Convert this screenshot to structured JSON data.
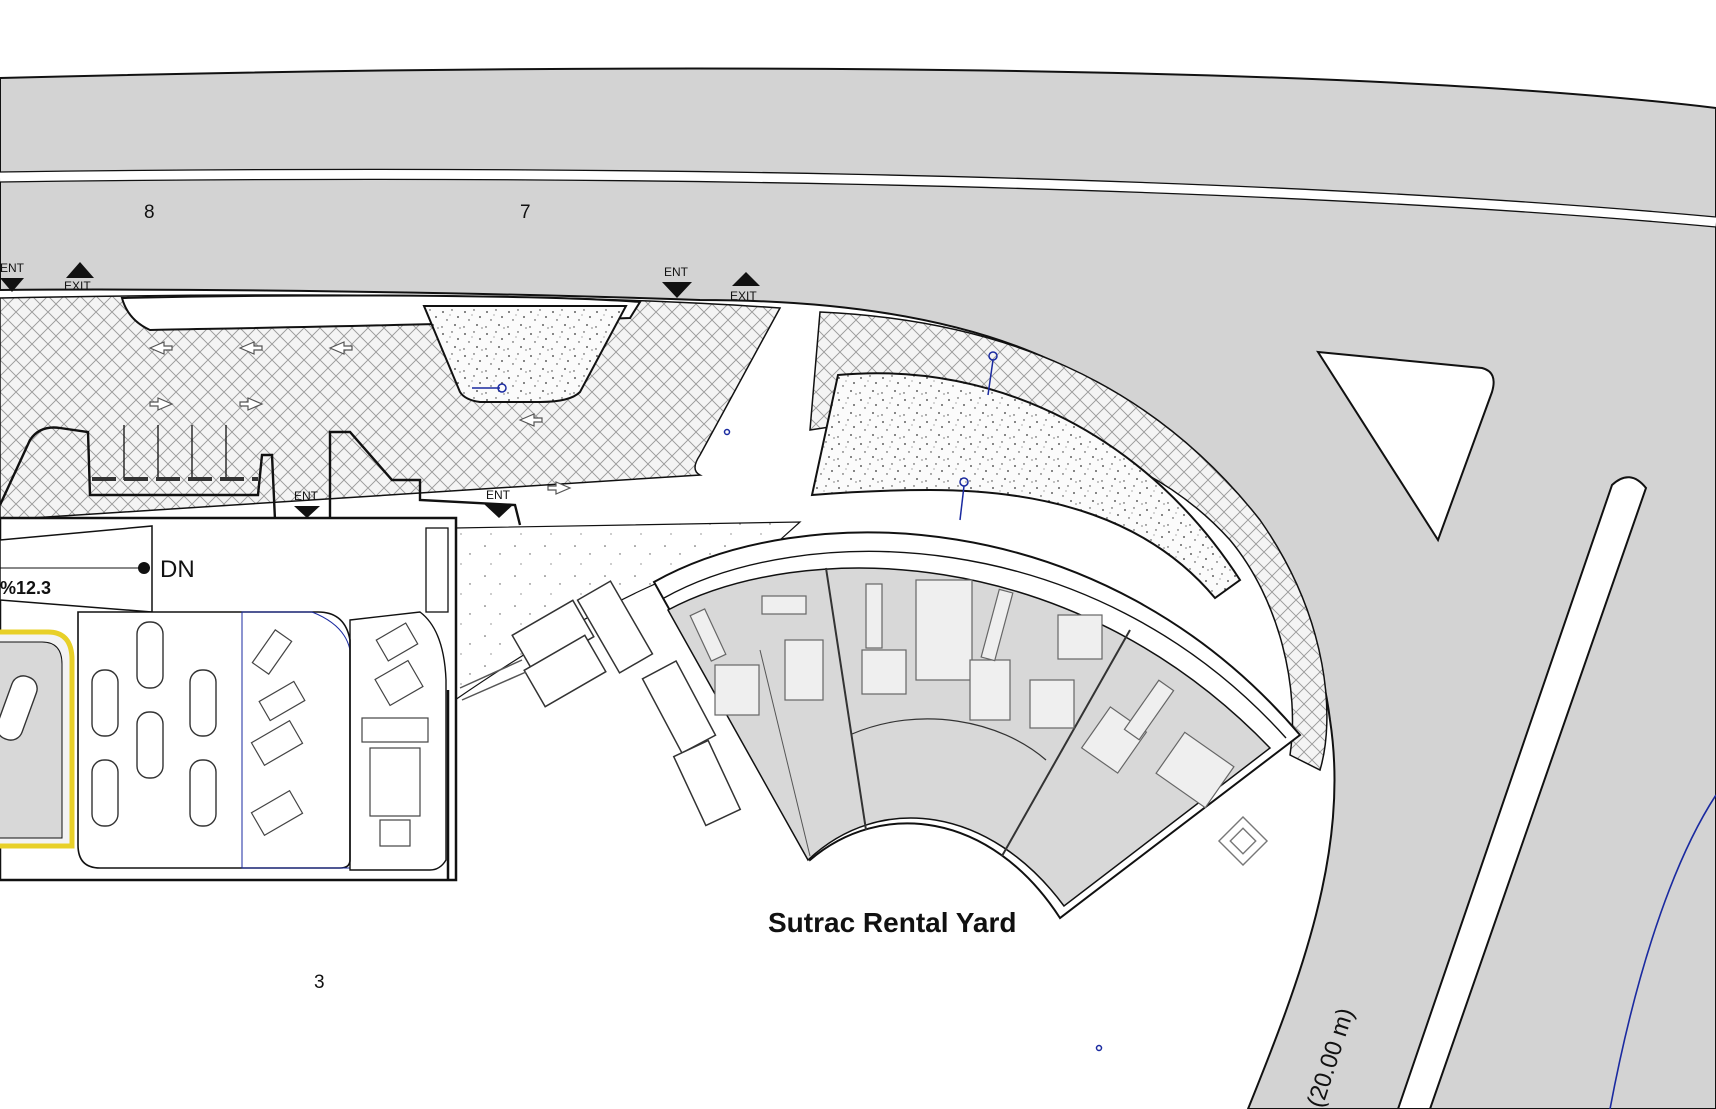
{
  "plan": {
    "yard_label": "Sutrac Rental Yard",
    "lot_numbers": {
      "lot_8": "8",
      "lot_7": "7",
      "lot_3": "3"
    },
    "direction_labels": {
      "ent_left": "ENT",
      "exit_left": "EXIT",
      "ent_center": "ENT",
      "exit_center": "EXIT",
      "ent_lower_1": "ENT",
      "ent_lower_2": "ENT"
    },
    "ramp": {
      "down_label": "DN",
      "slope_label": "%12.3"
    },
    "road_width_label": "(20.00 m)",
    "colors": {
      "road": "#d3d3d3",
      "hatch": "#c8c8c8",
      "yard": "#d8d8d8",
      "line": "#111111",
      "blue": "#1a2aa0",
      "yellow": "#e8d028"
    }
  }
}
